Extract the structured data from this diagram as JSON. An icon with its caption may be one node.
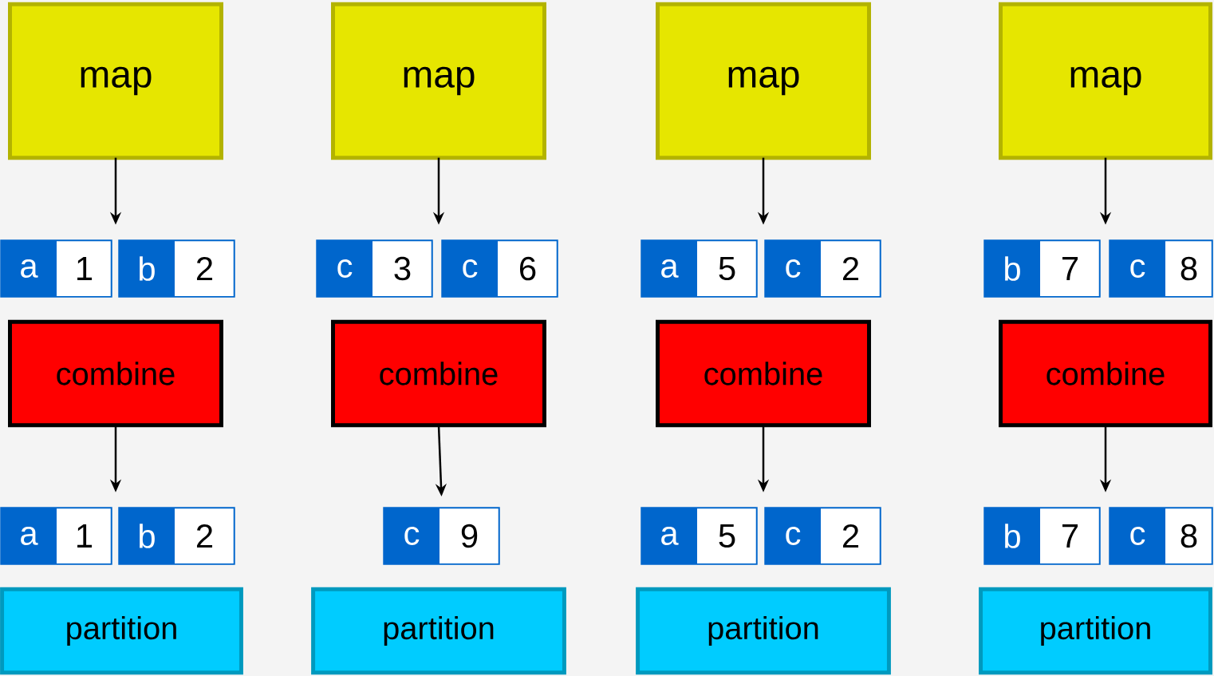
{
  "diagram": {
    "nodes": [
      {
        "text": [
          "map"
        ]
      },
      {
        "text": [
          "map"
        ]
      },
      {
        "text": [
          "map"
        ]
      },
      {
        "text": [
          "map"
        ]
      },
      {
        "text": [
          "a",
          "1"
        ]
      },
      {
        "text": [
          "b",
          "2"
        ]
      },
      {
        "text": [
          "c",
          "3"
        ]
      },
      {
        "text": [
          "c",
          "6"
        ]
      },
      {
        "text": [
          "a",
          "5"
        ]
      },
      {
        "text": [
          "c",
          "2"
        ]
      },
      {
        "text": [
          "b",
          "7"
        ]
      },
      {
        "text": [
          "c",
          "8"
        ]
      },
      {
        "text": [
          "combine"
        ]
      },
      {
        "text": [
          "combine"
        ]
      },
      {
        "text": [
          "combine"
        ]
      },
      {
        "text": [
          "combine"
        ]
      },
      {
        "text": [
          "a",
          "1"
        ]
      },
      {
        "text": [
          "b",
          "2"
        ]
      },
      {
        "text": [
          "c",
          "9"
        ]
      },
      {
        "text": [
          "a",
          "5"
        ]
      },
      {
        "text": [
          "c",
          "2"
        ]
      },
      {
        "text": [
          "b",
          "7"
        ]
      },
      {
        "text": [
          "c",
          "8"
        ]
      },
      {
        "text": [
          "partition"
        ]
      },
      {
        "text": [
          "partition"
        ]
      },
      {
        "text": [
          "partition"
        ]
      },
      {
        "text": [
          "partition"
        ]
      }
    ],
    "edges": [
      {
        "from": 0,
        "to": null,
        "arrow": "to"
      },
      {
        "from": 1,
        "to": null,
        "arrow": "to"
      },
      {
        "from": 2,
        "to": null,
        "arrow": "to"
      },
      {
        "from": 3,
        "to": null,
        "arrow": "to"
      },
      {
        "from": 12,
        "to": null,
        "arrow": "to"
      },
      {
        "from": 13,
        "to": 18,
        "arrow": "to"
      },
      {
        "from": 14,
        "to": null,
        "arrow": "to"
      },
      {
        "from": 15,
        "to": null,
        "arrow": "to"
      }
    ]
  }
}
